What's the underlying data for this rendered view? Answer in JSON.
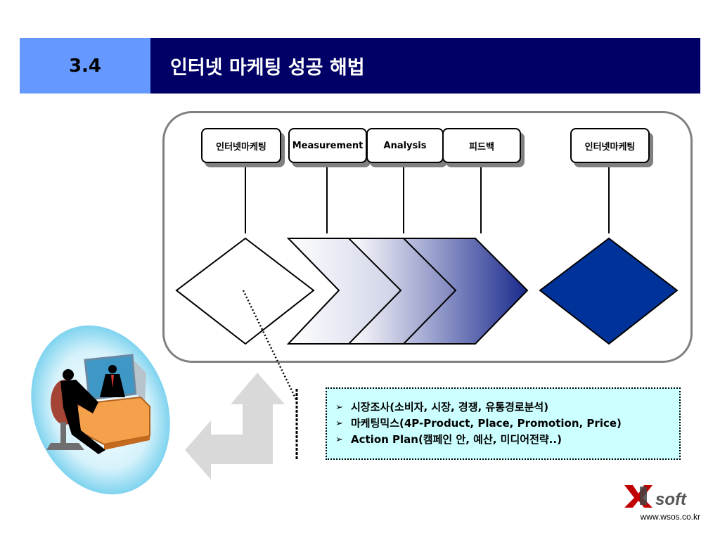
{
  "header": {
    "section_number": "3.4",
    "title": "인터넷 마케팅 성공 해법"
  },
  "diagram": {
    "labels": [
      "인터넷마케팅",
      "Measurement",
      "Analysis",
      "피드백",
      "인터넷마케팅"
    ]
  },
  "bullets": [
    "시장조사(소비자, 시장, 경쟁, 유통경로분석)",
    "마케팅믹스(4P-Product, Place, Promotion, Price)",
    "Action Plan(캠페인 안, 예산, 미디어전략..)"
  ],
  "footer": {
    "logo_text": "soft",
    "url": "www.wsos.co.kr"
  },
  "colors": {
    "header_bg": "#000066",
    "section_bg": "#6699ff",
    "diamond_fill": "#003399",
    "note_bg": "#ccffff"
  }
}
